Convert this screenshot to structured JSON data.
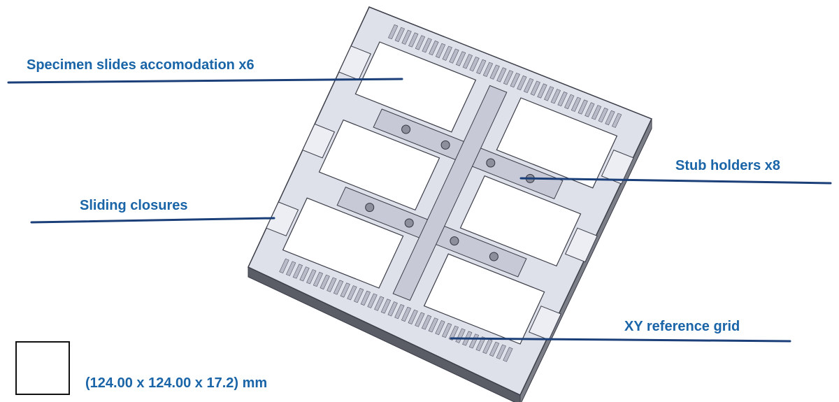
{
  "labels": {
    "specimen": "Specimen slides accomodation x6",
    "sliding": "Sliding closures",
    "stub": "Stub holders x8",
    "xy_grid": "XY reference grid",
    "dimensions": "(124.00 x 124.00 x 17.2) mm"
  },
  "colors": {
    "label_text": "#1a64a8",
    "leader_line": "#1b3f78",
    "plate_fill": "#dfe1ea",
    "plate_edge": "#3b3d48",
    "plate_side": "#5a5c66",
    "window_fill": "#ffffff"
  }
}
